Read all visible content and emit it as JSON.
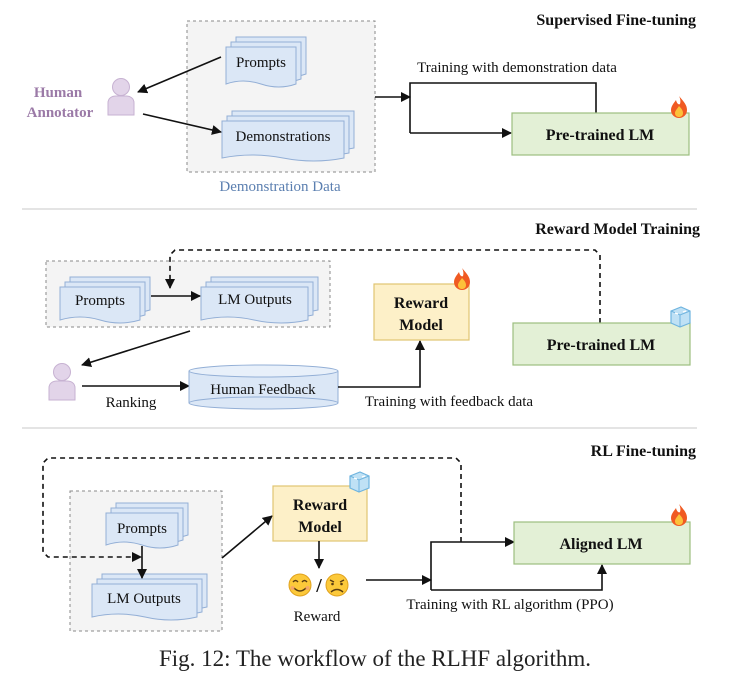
{
  "colors": {
    "human": "#9b7aa7",
    "human_fill": "#e2d4e9",
    "doc_fill": "#dbe7f6",
    "doc_stroke": "#93afd6",
    "lm_fill": "#e3f0d6",
    "lm_stroke": "#9cbf7f",
    "reward_fill": "#fdf0c8",
    "reward_stroke": "#e0c472",
    "panel_fill": "#f4f4f4",
    "panel_stroke": "#8a8a8a",
    "label_blue": "#5b7fb0",
    "fire": "#f05a22",
    "ice": "#6fb4df"
  },
  "sections": {
    "sft": {
      "title": "Supervised Fine-tuning",
      "human_label_line1": "Human",
      "human_label_line2": "Annotator",
      "prompts": "Prompts",
      "demonstrations": "Demonstrations",
      "panel_label": "Demonstration Data",
      "training_label": "Training with demonstration data",
      "model": "Pre-trained LM",
      "model_state": "fire-icon"
    },
    "rm": {
      "title": "Reward Model Training",
      "prompts": "Prompts",
      "lm_outputs": "LM Outputs",
      "ranking": "Ranking",
      "human_feedback": "Human Feedback",
      "reward_model_line1": "Reward",
      "reward_model_line2": "Model",
      "reward_state": "fire-icon",
      "training_label": "Training with feedback data",
      "model": "Pre-trained LM",
      "model_state": "ice-cube-icon"
    },
    "rl": {
      "title": "RL Fine-tuning",
      "prompts": "Prompts",
      "lm_outputs": "LM Outputs",
      "reward_model_line1": "Reward",
      "reward_model_line2": "Model",
      "reward_state": "ice-cube-icon",
      "reward_faces": "😊/😞",
      "reward_label": "Reward",
      "training_label": "Training with RL algorithm (PPO)",
      "model": "Aligned LM",
      "model_state": "fire-icon"
    }
  },
  "caption": "Fig. 12: The workflow of the RLHF algorithm."
}
